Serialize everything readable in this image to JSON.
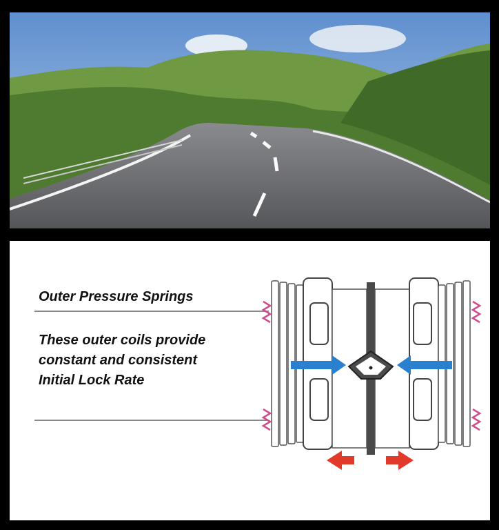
{
  "photo": {
    "subject": "winding mountain road through green hills",
    "colors": {
      "sky": "#7ea7d8",
      "hills": "#5e8a3a",
      "road": "#6e6e72"
    }
  },
  "diagram": {
    "title": "Outer Pressure Springs",
    "description_lines": [
      "These outer coils provide",
      "constant and consistent",
      "Initial Lock Rate"
    ],
    "colors": {
      "spring": "#d04a8c",
      "inward_arrow": "#2b7fcf",
      "outward_arrow": "#e23a2a",
      "leader_line": "#8a8a8a"
    }
  }
}
